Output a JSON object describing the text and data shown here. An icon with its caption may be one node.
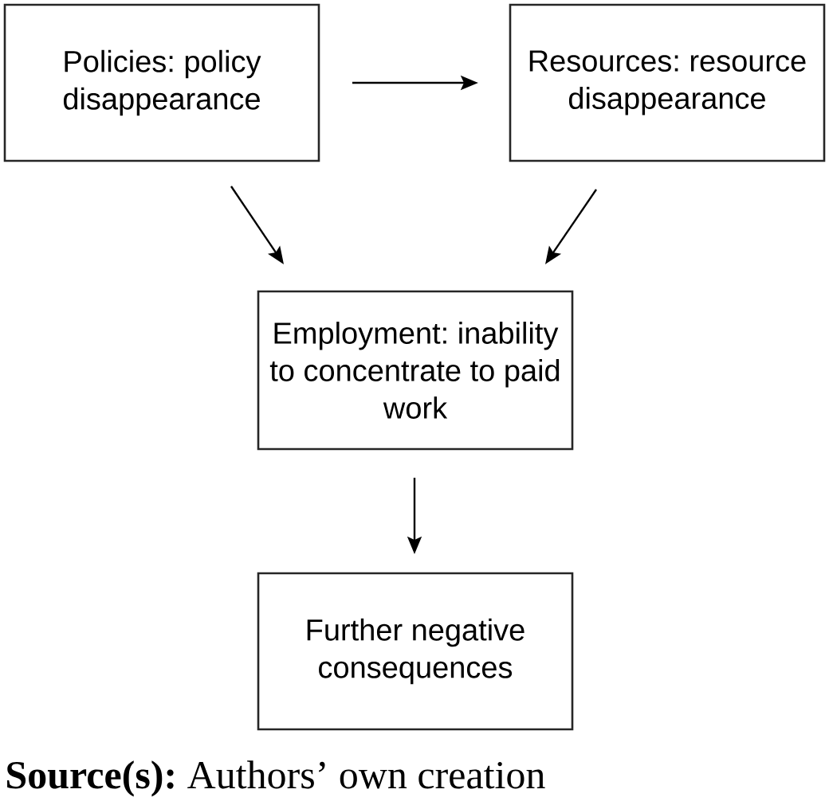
{
  "diagram": {
    "caption": "**Source(s):** Authors’ own creation",
    "nodes": [
      {
        "text": [
          "Policies: policy disappearance"
        ]
      },
      {
        "text": [
          "Resources: resource disappearance"
        ]
      },
      {
        "text": [
          "Employment: inability to concentrate to paid work"
        ]
      },
      {
        "text": [
          "Further negative consequences"
        ]
      }
    ],
    "edges": [
      {
        "from": 0,
        "to": 1,
        "arrow": "to"
      },
      {
        "from": 0,
        "to": 2,
        "arrow": "to"
      },
      {
        "from": 1,
        "to": 2,
        "arrow": "to"
      },
      {
        "from": 2,
        "to": 3,
        "arrow": "to"
      }
    ]
  }
}
